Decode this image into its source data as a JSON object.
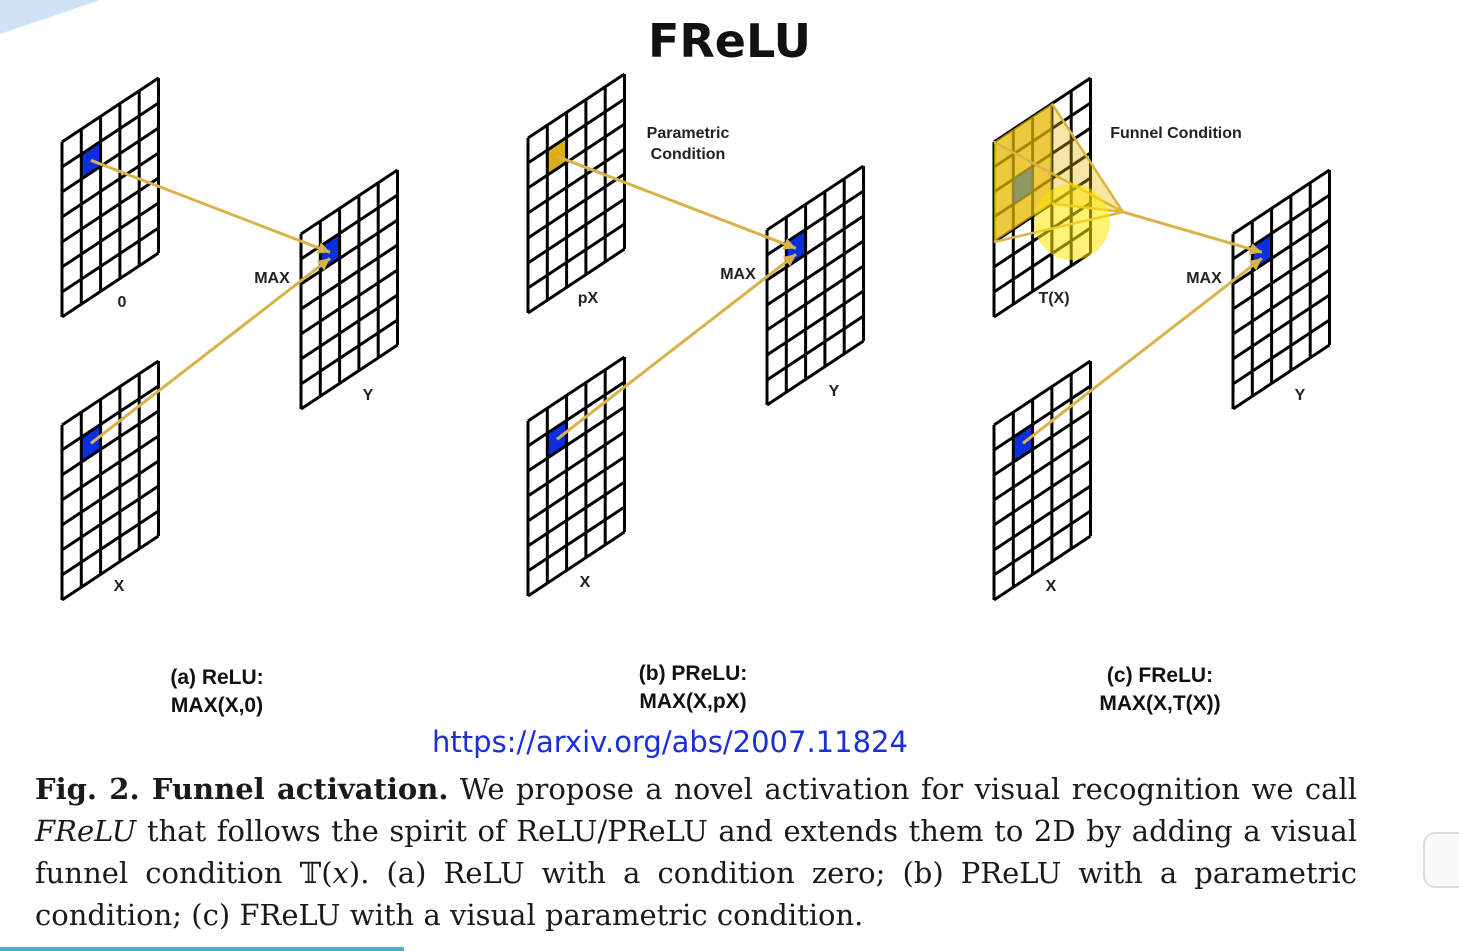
{
  "title": "FReLU",
  "panels": [
    {
      "id": "a",
      "top_label": "0",
      "bottom_label": "X",
      "output_label": "Y",
      "op_label": "MAX",
      "condition_label": "",
      "caption_line1": "(a) ReLU:",
      "caption_line2": "MAX(X,0)"
    },
    {
      "id": "b",
      "top_label": "pX",
      "bottom_label": "X",
      "output_label": "Y",
      "op_label": "MAX",
      "condition_label": "Parametric\nCondition",
      "caption_line1": "(b) PReLU:",
      "caption_line2": "MAX(X,pX)"
    },
    {
      "id": "c",
      "top_label": "T(X)",
      "bottom_label": "X",
      "output_label": "Y",
      "op_label": "MAX",
      "condition_label": "Funnel Condition",
      "caption_line1": "(c) FReLU:",
      "caption_line2": "MAX(X,T(X))"
    }
  ],
  "link": "https://arxiv.org/abs/2007.11824",
  "figure_caption": {
    "heading": "Fig. 2. Funnel activation.",
    "text1": " We propose a novel activation for visual recognition we call ",
    "name": "FReLU",
    "text2": " that follows the spirit of ReLU/PReLU and extends them to 2D by adding a visual funnel condition 𝕋(",
    "var": "x",
    "text3": "). (a) ReLU with a condition zero; (b) PReLU with a parametric condition; (c) FReLU with a visual parametric condition."
  },
  "colors": {
    "highlight": "#0b2fe0",
    "arrow": "#d9b24a",
    "param_cell": "#dcae1e",
    "funnel_fill": "#e6b800",
    "funnel_cell": "#7f8f6a",
    "link": "#1a2fd8"
  }
}
